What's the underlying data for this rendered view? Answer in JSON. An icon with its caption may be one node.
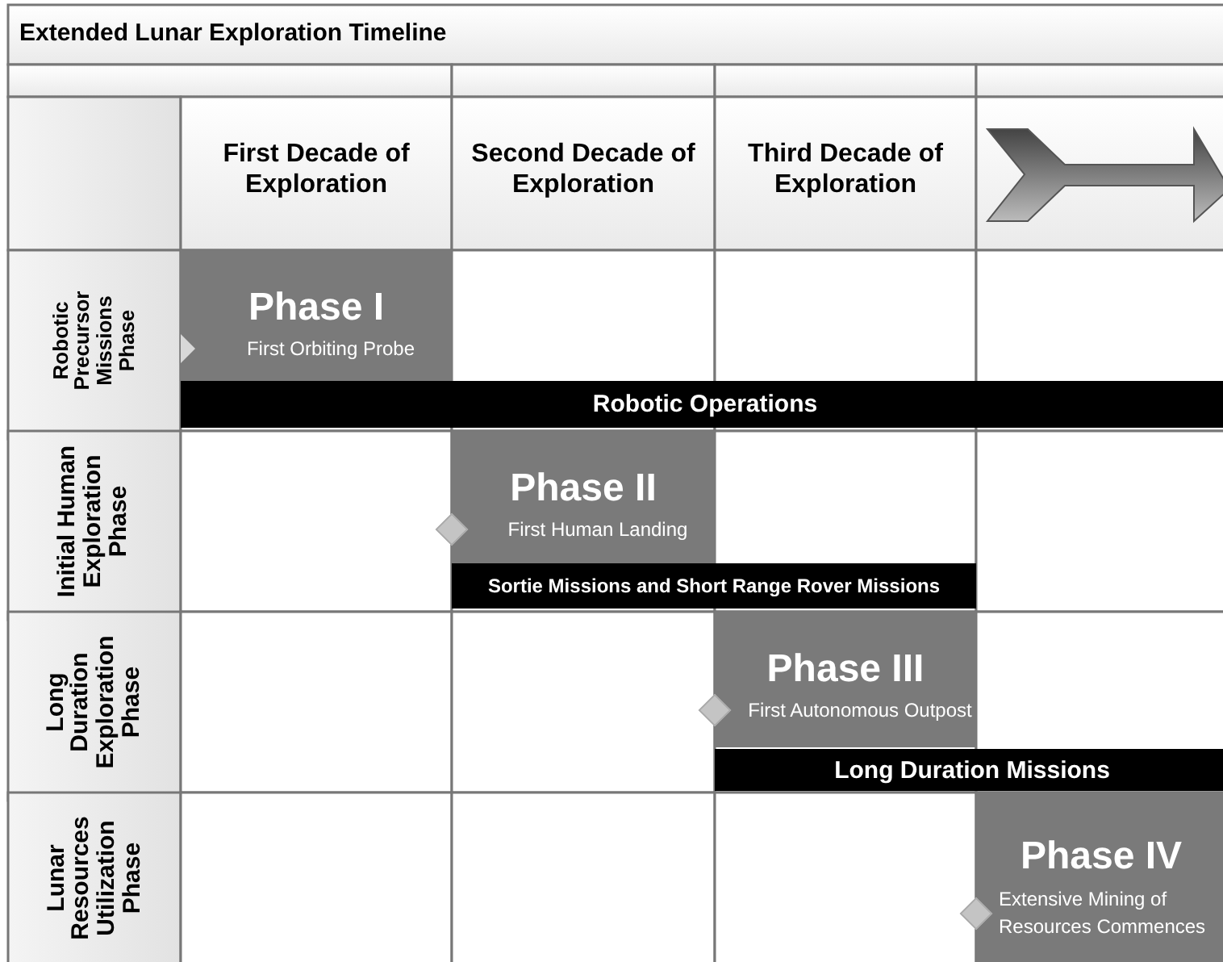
{
  "diagram": {
    "title": "Extended Lunar Exploration Timeline",
    "nodes": [
      {
        "text": [
          "Phase I",
          "First Orbiting Probe"
        ]
      },
      {
        "text": [
          "Robotic Operations"
        ]
      },
      {
        "text": [
          "Phase II",
          "First Human Landing"
        ]
      },
      {
        "text": [
          "Sortie Missions and Short Range Rover Missions"
        ]
      },
      {
        "text": [
          "Phase III",
          "First Autonomous Outpost"
        ]
      },
      {
        "text": [
          "Long Duration Missions"
        ]
      },
      {
        "text": [
          "Phase IV",
          "Extensive Mining of Resources Commences"
        ]
      }
    ],
    "labels": [
      "First Decade of Exploration",
      "Second Decade of Exploration",
      "Third Decade of Exploration",
      "Robotic Precursor Missions Phase",
      "Initial Human Exploration Phase",
      "Long Duration Exploration Phase",
      "Lunar Resources Utilization Phase"
    ]
  }
}
